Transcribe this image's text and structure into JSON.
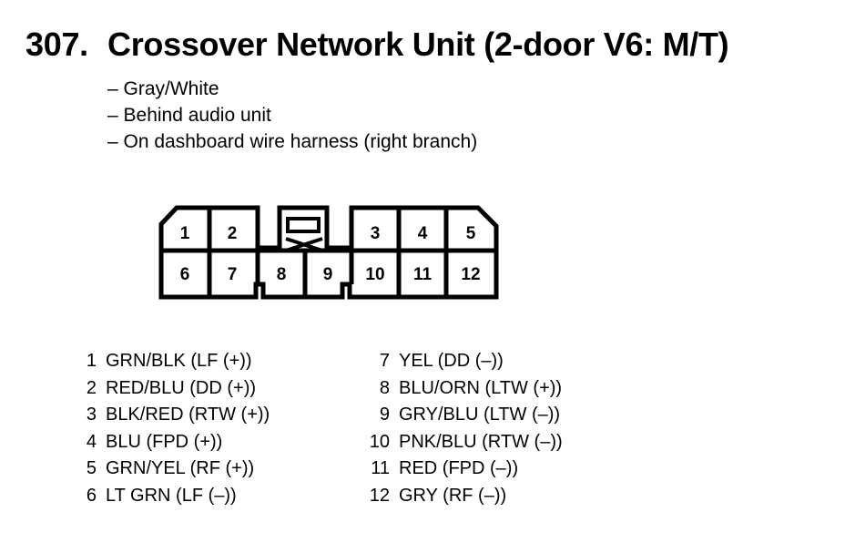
{
  "header": {
    "number": "307.",
    "title": "Crossover Network Unit (2-door V6: M/T)"
  },
  "notes": [
    "– Gray/White",
    "– Behind audio unit",
    "– On dashboard wire harness (right branch)"
  ],
  "connector": {
    "top_row": [
      "1",
      "2",
      "3",
      "4",
      "5"
    ],
    "bottom_row": [
      "6",
      "7",
      "8",
      "9",
      "10",
      "11",
      "12"
    ]
  },
  "pins_left": [
    {
      "pin": "1",
      "desc": "GRN/BLK (LF (+))"
    },
    {
      "pin": "2",
      "desc": "RED/BLU (DD (+))"
    },
    {
      "pin": "3",
      "desc": "BLK/RED (RTW (+))"
    },
    {
      "pin": "4",
      "desc": "BLU (FPD (+))"
    },
    {
      "pin": "5",
      "desc": "GRN/YEL (RF (+))"
    },
    {
      "pin": "6",
      "desc": "LT GRN (LF (–))"
    }
  ],
  "pins_right": [
    {
      "pin": "7",
      "desc": "YEL (DD (–))"
    },
    {
      "pin": "8",
      "desc": "BLU/ORN (LTW (+))"
    },
    {
      "pin": "9",
      "desc": "GRY/BLU (LTW (–))"
    },
    {
      "pin": "10",
      "desc": "PNK/BLU (RTW (–))"
    },
    {
      "pin": "11",
      "desc": "RED (FPD (–))"
    },
    {
      "pin": "12",
      "desc": "GRY (RF (–))"
    }
  ]
}
